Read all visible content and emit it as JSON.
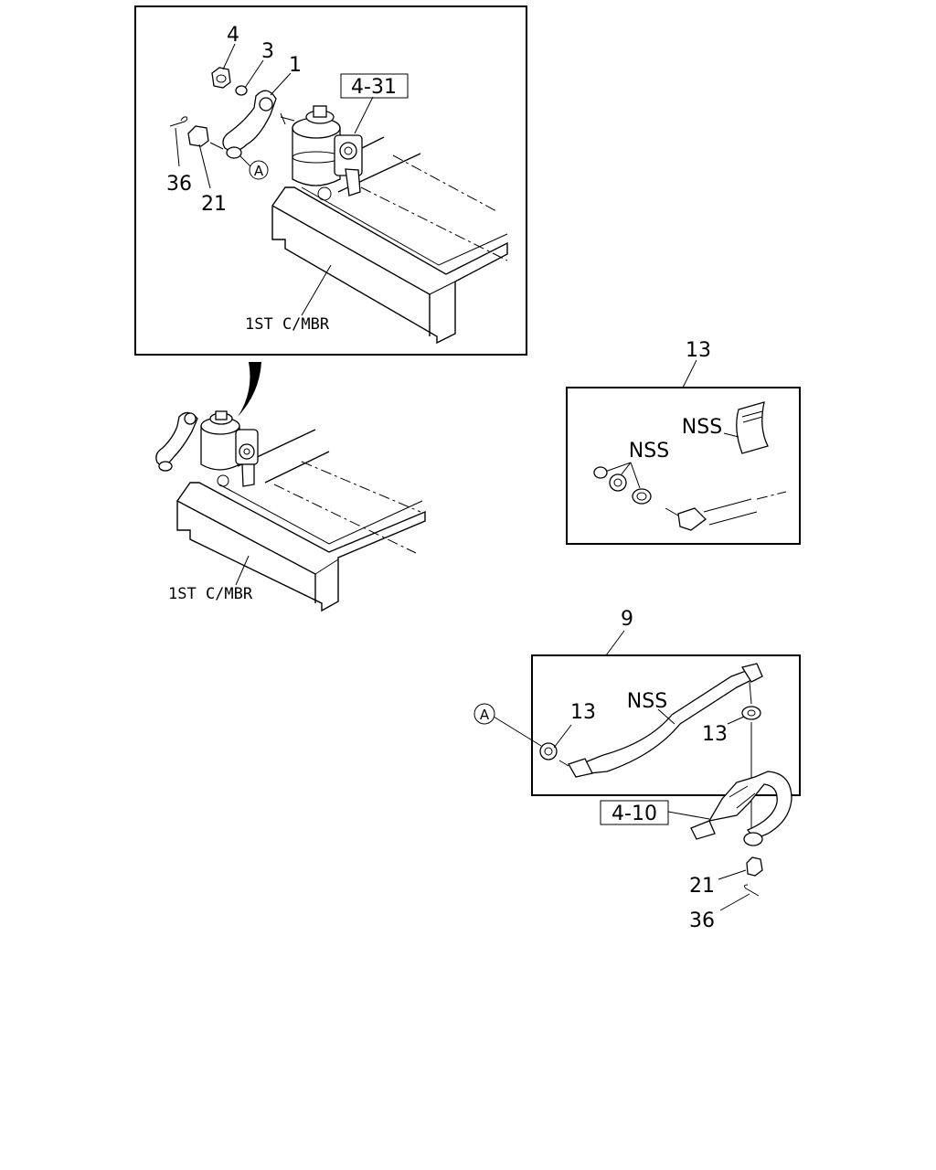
{
  "callouts": {
    "top_nut": "4",
    "top_washer": "3",
    "top_arm": "1",
    "top_ref": "4-31",
    "top_pin": "36",
    "top_castle_nut": "21",
    "top_circle": "A",
    "top_member": "1ST C/MBR",
    "mid_member": "1ST C/MBR",
    "kit_number": "13",
    "kit_nss_1": "NSS",
    "kit_nss_2": "NSS",
    "rod_number": "9",
    "rod_circle": "A",
    "rod_seal_left": "13",
    "rod_nss": "NSS",
    "rod_seal_right": "13",
    "rod_ref": "4-10",
    "bottom_nut": "21",
    "bottom_pin": "36"
  }
}
